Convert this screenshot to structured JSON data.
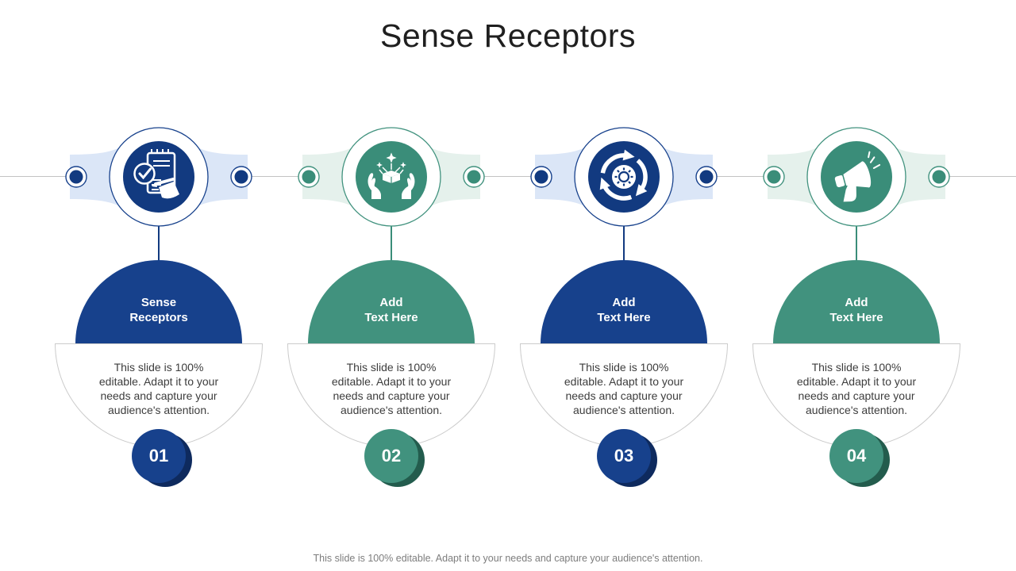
{
  "slide": {
    "title": "Sense Receptors",
    "footer": "This slide is 100% editable. Adapt it to your needs and capture your audience's attention."
  },
  "colors": {
    "navy": "#17418c",
    "navy_dark": "#0e2a5e",
    "navy_light": "#dbe6f7",
    "teal": "#41927e",
    "teal_dark": "#235c4d",
    "teal_light": "#e5f1ec",
    "timeline_gray": "#c3c3c3",
    "text_dark": "#3d3d3d"
  },
  "items": [
    {
      "number": "01",
      "title": "Sense\nReceptors",
      "description": "This slide is 100%\neditable. Adapt it to your\nneeds and capture your\naudience's attention.",
      "icon": "checklist-pen-icon",
      "theme": "navy"
    },
    {
      "number": "02",
      "title": "Add\nText Here",
      "description": "This slide is 100%\neditable. Adapt it to your\nneeds and capture your\naudience's attention.",
      "icon": "gift-hands-icon",
      "theme": "teal"
    },
    {
      "number": "03",
      "title": "Add\nText Here",
      "description": "This slide is 100%\neditable. Adapt it to your\nneeds and capture your\naudience's attention.",
      "icon": "cycle-gear-icon",
      "theme": "navy"
    },
    {
      "number": "04",
      "title": "Add\nText Here",
      "description": "This slide is 100%\neditable. Adapt it to your\nneeds and capture your\naudience's attention.",
      "icon": "megaphone-icon",
      "theme": "teal"
    }
  ]
}
